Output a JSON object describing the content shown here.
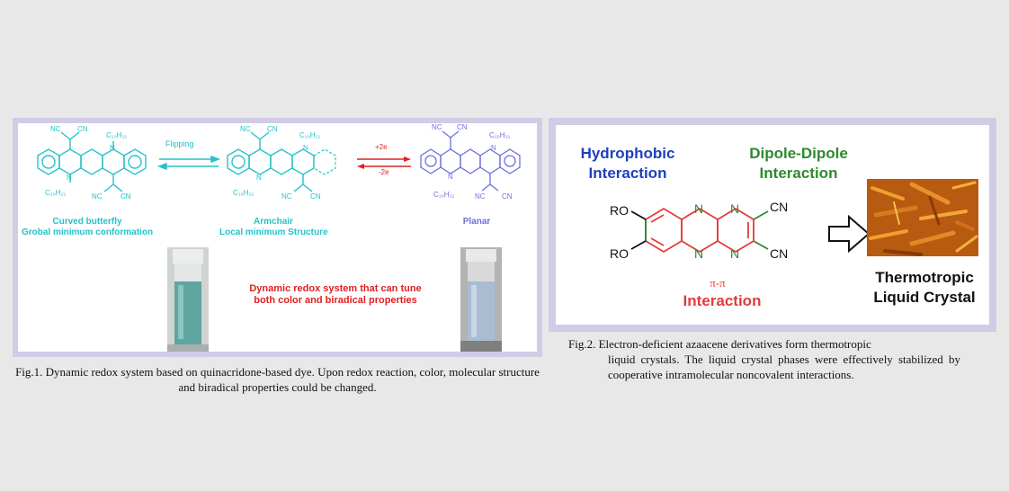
{
  "fig1": {
    "flipping_label": "Flipping",
    "plus2e": "+2e",
    "minus2e": "-2e",
    "mol_texts": {
      "nc": "NC",
      "cn": "CN",
      "n": "N",
      "alkyl": "C₁₀H₂₁"
    },
    "curved_title": "Curved butterfly",
    "curved_sub": "Grobal minimum conformation",
    "armchair_title": "Armchair",
    "armchair_sub": "Local minimum Structure",
    "planar_title": "Planar",
    "redox_line1": "Dynamic redox system that can tune",
    "redox_line2": "both color and biradical properties",
    "colors": {
      "cyan": "#25c2c9",
      "blue": "#6f6fe0",
      "red": "#e02020"
    },
    "caption": "Fig.1. Dynamic redox system based on quinacridone-based dye. Upon redox reaction, color, molecular structure and biradical properties could be changed."
  },
  "fig2": {
    "hydrophobic_1": "Hydrophobic",
    "hydrophobic_2": "Interaction",
    "dipole_1": "Dipole-Dipole",
    "dipole_2": "Interaction",
    "pipi": "π-π",
    "pipi_interaction": "Interaction",
    "thermo_1": "Thermotropic",
    "thermo_2": "Liquid Crystal",
    "ro": "RO",
    "cn": "CN",
    "n": "N",
    "colors": {
      "blue": "#1f3fbf",
      "green": "#2e8a2e",
      "red": "#e53a3a",
      "black": "#111111"
    },
    "caption_line1": "Fig.2. Electron-deficient azaacene derivatives form thermotropic",
    "caption_rest": "liquid crystals. The liquid crystal phases were effectively stabilized by cooperative intramolecular noncovalent interactions."
  }
}
